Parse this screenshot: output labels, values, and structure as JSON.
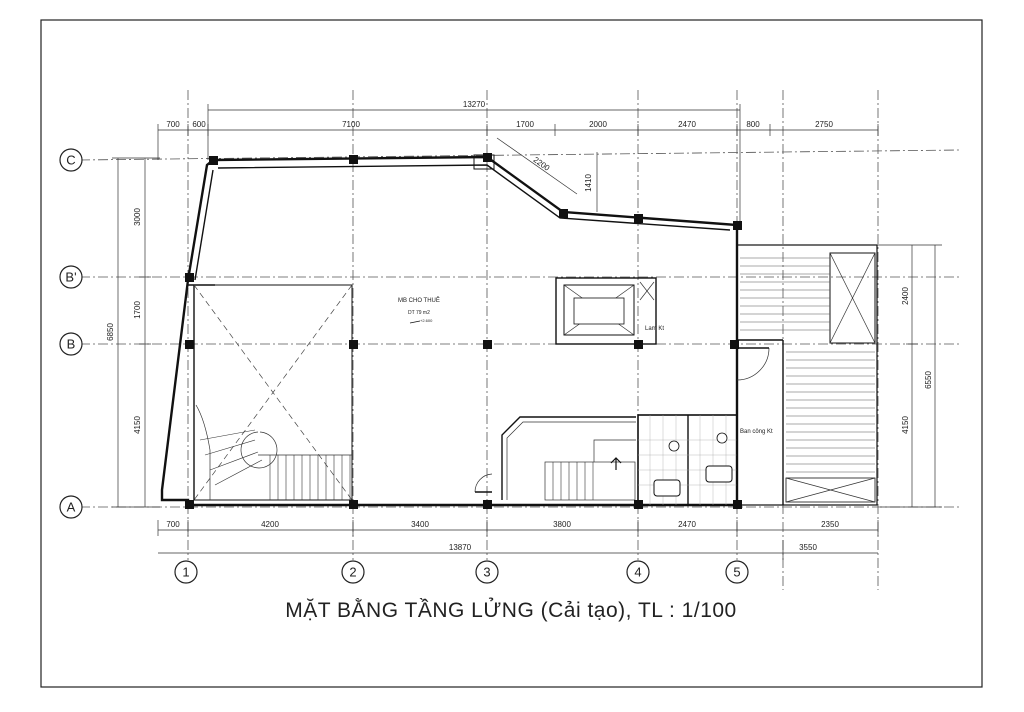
{
  "title": "MẶT BẰNG TẦNG LỬNG (Cải tạo), TL : 1/100",
  "grid_axes": {
    "horizontal": [
      "C",
      "B'",
      "B",
      "A"
    ],
    "vertical": [
      "1",
      "2",
      "3",
      "4",
      "5"
    ]
  },
  "dimensions_top": {
    "overall": "13270",
    "segments": [
      "700",
      "600",
      "7100",
      "1700",
      "2000",
      "2470",
      "800",
      "2750"
    ],
    "diagonal": "2200",
    "notch": "1410"
  },
  "dimensions_bottom": {
    "segments": [
      "700",
      "4200",
      "3400",
      "3800",
      "2470",
      "2350"
    ],
    "overall": "13870",
    "extra": "3550"
  },
  "dimensions_left": {
    "segments": [
      "3000",
      "1700",
      "4150"
    ],
    "overall": "6850"
  },
  "dimensions_right": {
    "segments": [
      "2400",
      "4150"
    ],
    "overall": "6550"
  },
  "rooms": {
    "main_label": "MB CHO THUÊ",
    "main_area": "DT 79 m2",
    "main_level": "+2.600",
    "wc_label": "Lam Kt",
    "balcony_label": "Ban công Kt"
  }
}
